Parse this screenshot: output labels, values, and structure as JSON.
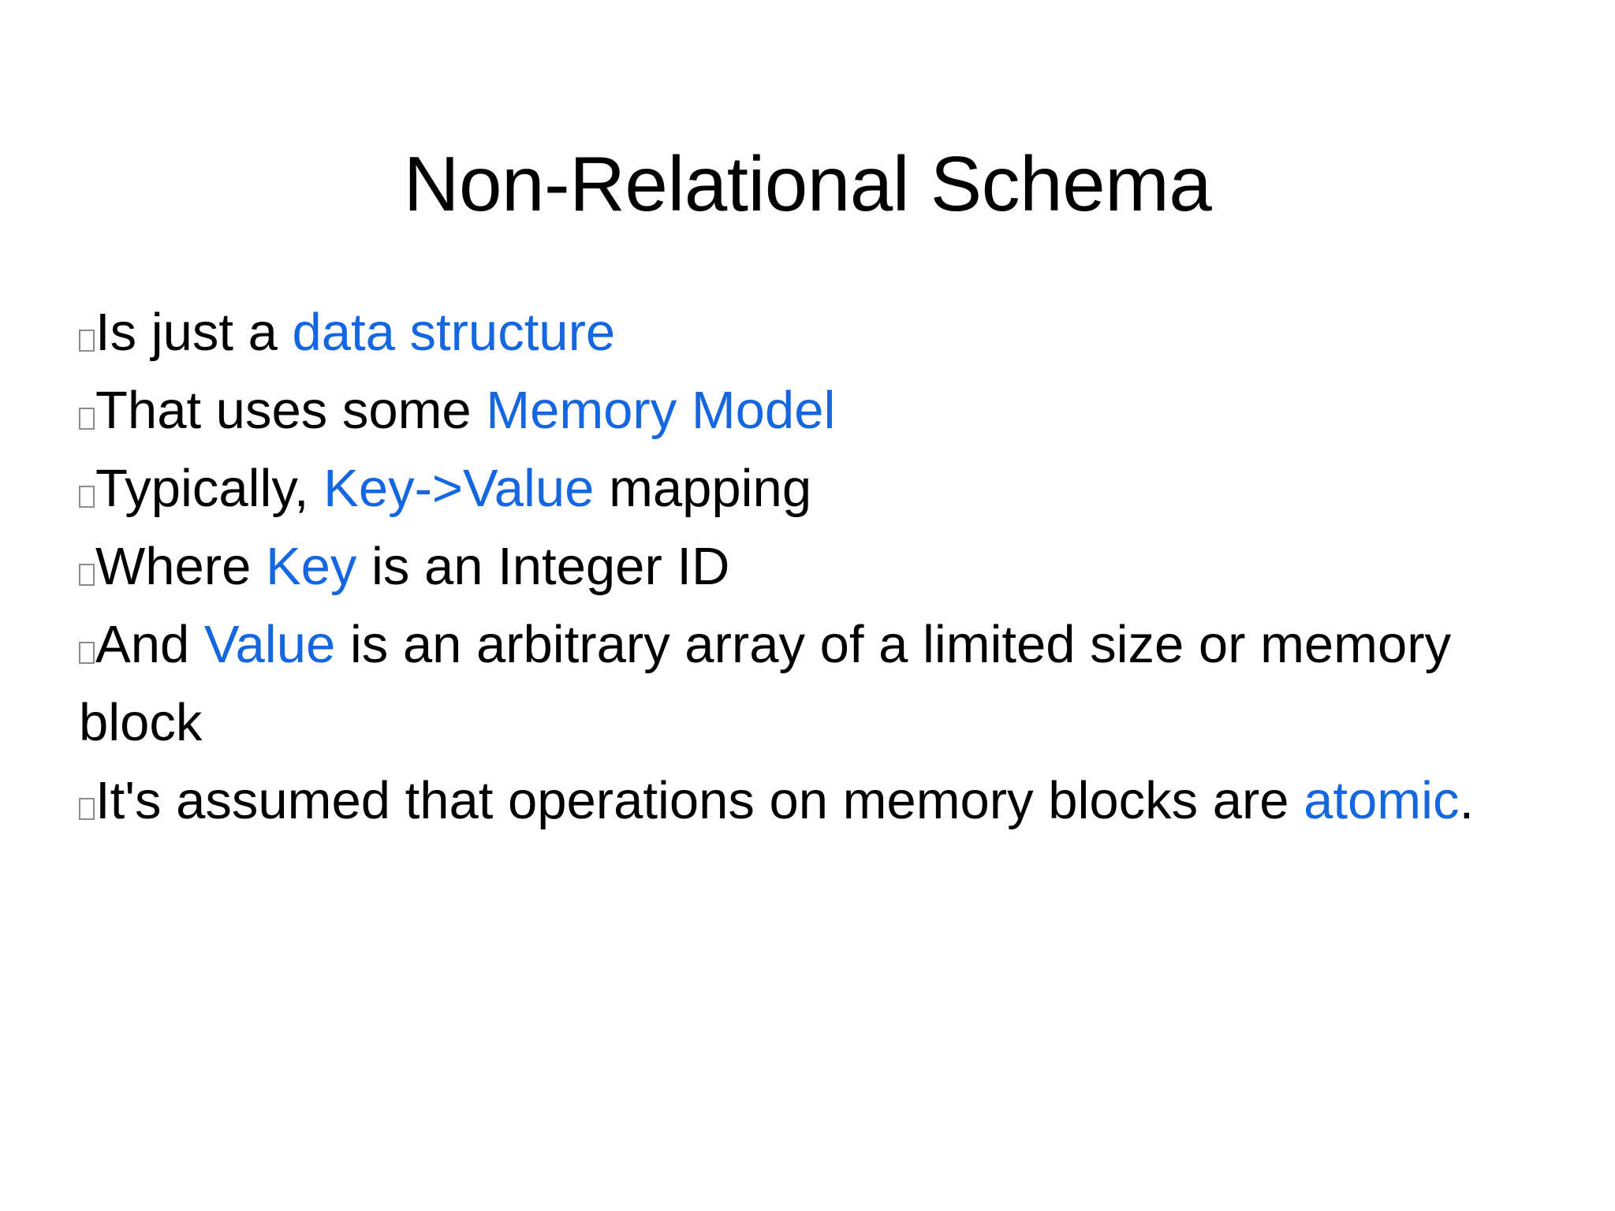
{
  "slide": {
    "title": "Non-Relational Schema",
    "background_color": "#ffffff",
    "text_color": "#000000",
    "accent_color": "#1467e0",
    "bullet_glyph": "missing-glyph-box"
  },
  "body": {
    "bullets": [
      {
        "marker": "tofu-box",
        "segments": [
          {
            "text": "Is just a ",
            "color": "black"
          },
          {
            "text": "data structure",
            "color": "blue"
          }
        ],
        "plain": "Is just a data structure"
      },
      {
        "marker": "tofu-box",
        "segments": [
          {
            "text": "That uses some ",
            "color": "black"
          },
          {
            "text": "Memory Model",
            "color": "blue"
          }
        ],
        "plain": "That uses some Memory Model"
      },
      {
        "marker": "tofu-box",
        "segments": [
          {
            "text": "Typically, ",
            "color": "black"
          },
          {
            "text": "Key->Value",
            "color": "blue"
          },
          {
            "text": " mapping",
            "color": "black"
          }
        ],
        "plain": "Typically, Key->Value mapping"
      },
      {
        "marker": "tofu-box",
        "segments": [
          {
            "text": "Where ",
            "color": "black"
          },
          {
            "text": "Key",
            "color": "blue"
          },
          {
            "text": " is an Integer ID",
            "color": "black"
          }
        ],
        "plain": "Where Key is an Integer ID"
      },
      {
        "marker": "tofu-box",
        "segments": [
          {
            "text": "And ",
            "color": "black"
          },
          {
            "text": "Value",
            "color": "blue"
          },
          {
            "text": " is an arbitrary array of a limited size or memory block",
            "color": "black"
          }
        ],
        "plain": "And Value is an arbitrary array of a limited size or memory block"
      },
      {
        "marker": "tofu-box",
        "segments": [
          {
            "text": "It's assumed that operations on memory blocks are ",
            "color": "black"
          },
          {
            "text": "atomic",
            "color": "blue"
          },
          {
            "text": ".",
            "color": "black"
          }
        ],
        "plain": "It's assumed that operations on memory blocks are atomic."
      }
    ]
  }
}
